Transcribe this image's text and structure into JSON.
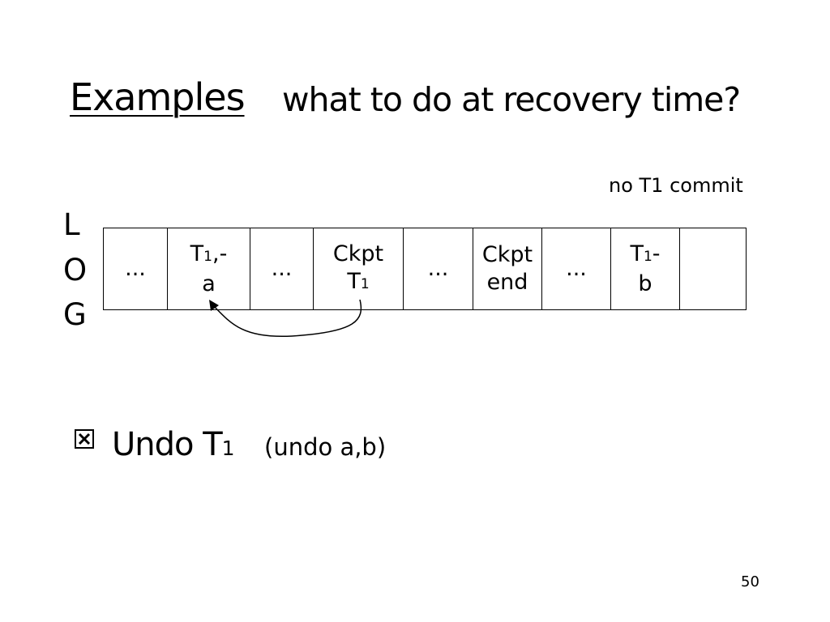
{
  "slide": {
    "title": "Examples",
    "subtitle": "what to do at recovery time?",
    "note": "no T1 commit",
    "page_number": "50"
  },
  "log_label": [
    "L",
    "O",
    "G"
  ],
  "log_cells": [
    {
      "line1": "...",
      "line2": ""
    },
    {
      "line1_main": "T",
      "line1_sub": "1",
      "line1_tail": ",-",
      "line2": "a"
    },
    {
      "line1": "...",
      "line2": ""
    },
    {
      "line1": "Ckpt",
      "line2_main": "T",
      "line2_sub": "1"
    },
    {
      "line1": "...",
      "line2": ""
    },
    {
      "line1": "Ckpt",
      "line2": "end"
    },
    {
      "line1": "...",
      "line2": ""
    },
    {
      "line1_main": "T",
      "line1_sub": "1",
      "line1_tail": "-",
      "line2": "b"
    },
    {
      "line1": "",
      "line2": ""
    }
  ],
  "bullet": {
    "icon": "checkbox-x-icon",
    "text_main": "Undo T",
    "text_sub": "1",
    "note": "(undo a,b)"
  }
}
